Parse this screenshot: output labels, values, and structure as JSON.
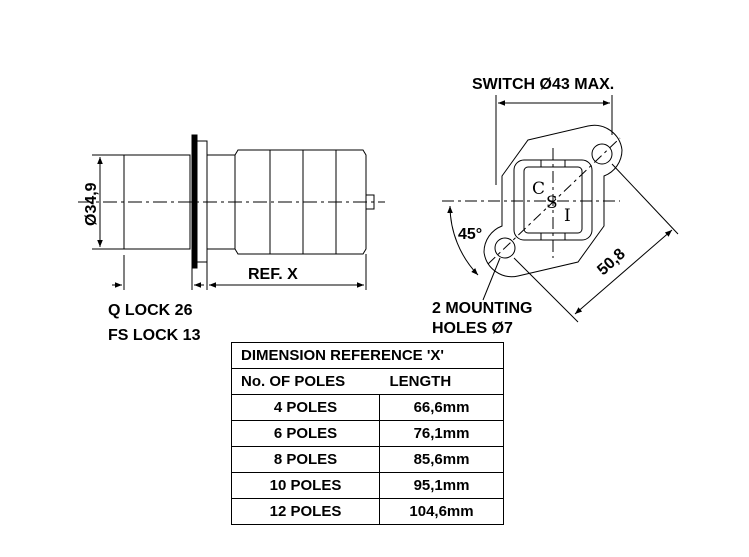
{
  "side_view": {
    "diameter_label": "Ø34,9",
    "ref_label": "REF. X",
    "lock_line_1": "Q LOCK 26",
    "lock_line_2": "FS LOCK 13"
  },
  "front_view": {
    "switch_label": "SWITCH Ø43 MAX.",
    "angle_label": "45°",
    "distance_label": "50,8",
    "holes_line_1": "2 MOUNTING",
    "holes_line_2": "HOLES  Ø7",
    "key_c": "C",
    "key_s": "S",
    "key_i": "I"
  },
  "table": {
    "title": "DIMENSION REFERENCE 'X'",
    "headers": [
      "No. OF POLES",
      "LENGTH"
    ],
    "rows": [
      [
        "4 POLES",
        "66,6mm"
      ],
      [
        "6 POLES",
        "76,1mm"
      ],
      [
        "8 POLES",
        "85,6mm"
      ],
      [
        "10 POLES",
        "95,1mm"
      ],
      [
        "12 POLES",
        "104,6mm"
      ]
    ]
  }
}
